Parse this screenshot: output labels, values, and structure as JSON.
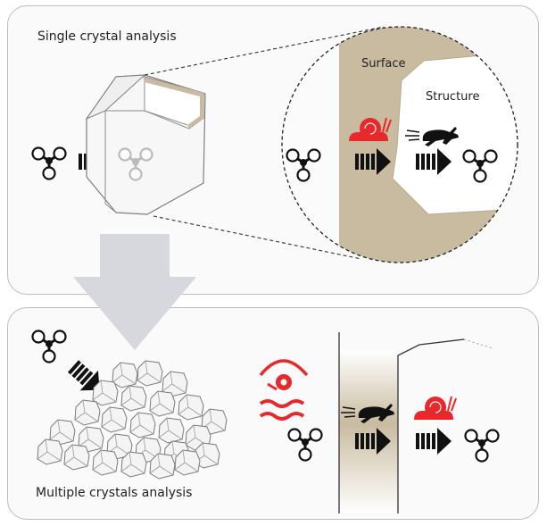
{
  "panel_top": {
    "title": "Single crystal analysis",
    "surface_label": "Surface",
    "structure_label": "Structure"
  },
  "panel_bottom": {
    "title": "Multiple crystals analysis"
  },
  "colors": {
    "surface_tan": "#c9bba0",
    "accent_red": "#e8282b",
    "big_arrow_gray": "#d7d8de",
    "panel_border": "#bdbdbd"
  },
  "icons": [
    "molecule-icon",
    "striped-arrow-icon",
    "snail-icon",
    "hare-icon",
    "eye-icon",
    "wave-icon",
    "crystal-icon"
  ]
}
